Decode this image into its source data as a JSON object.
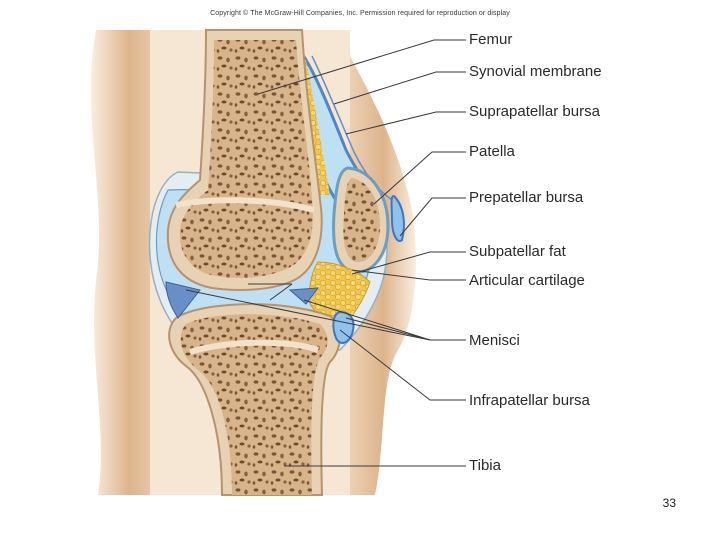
{
  "copyright": "Copyright © The McGraw-Hill Companies, Inc. Permission required for reproduction or display",
  "labels": {
    "femur": "Femur",
    "synovial_membrane": "Synovial membrane",
    "suprapatellar_bursa": "Suprapatellar bursa",
    "patella": "Patella",
    "prepatellar_bursa": "Prepatellar bursa",
    "subpatellar_fat": "Subpatellar fat",
    "articular_cartilage": "Articular cartilage",
    "menisci": "Menisci",
    "infrapatellar_bursa": "Infrapatellar bursa",
    "tibia": "Tibia"
  },
  "page_number": "33"
}
